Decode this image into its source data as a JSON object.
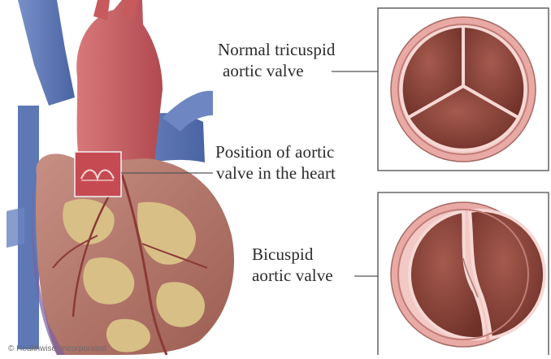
{
  "labels": {
    "tricuspid_line1": "Normal tricuspid",
    "tricuspid_line2": "aortic valve",
    "position_line1": "Position of aortic",
    "position_line2": "valve in the heart",
    "bicuspid_line1": "Bicuspid",
    "bicuspid_line2": "aortic valve"
  },
  "credit": "© Healthwise, Incorporated",
  "colors": {
    "heart_muscle": "#b8786a",
    "aorta": "#c85a5e",
    "vessel_blue": "#5a78b8",
    "fat": "#d9c08a",
    "valve_ring": "#e7a6a3",
    "valve_leaflet": "#8f4a40",
    "leader_line": "#555555"
  }
}
